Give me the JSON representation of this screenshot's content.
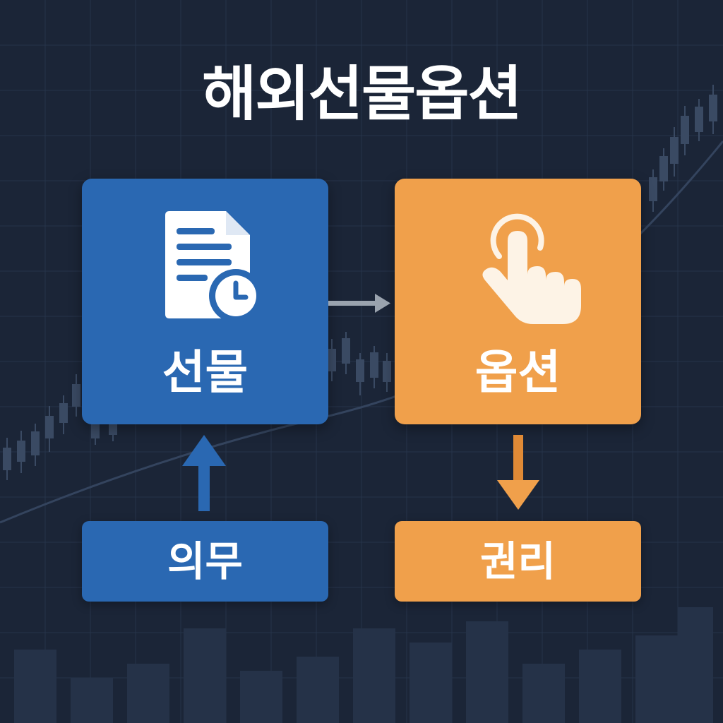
{
  "title": "해외선물옵션",
  "cards": {
    "futures": {
      "label": "선물",
      "icon": "document-clock-icon",
      "color": "#2a68b2"
    },
    "options": {
      "label": "옵션",
      "icon": "pointing-hand-icon",
      "color": "#f0a04b"
    }
  },
  "tags": {
    "obligation": "의무",
    "right": "권리"
  },
  "colors": {
    "background": "#1b2537",
    "blue": "#2a68b2",
    "orange": "#f0a04b",
    "connector": "#9aa3ae"
  }
}
